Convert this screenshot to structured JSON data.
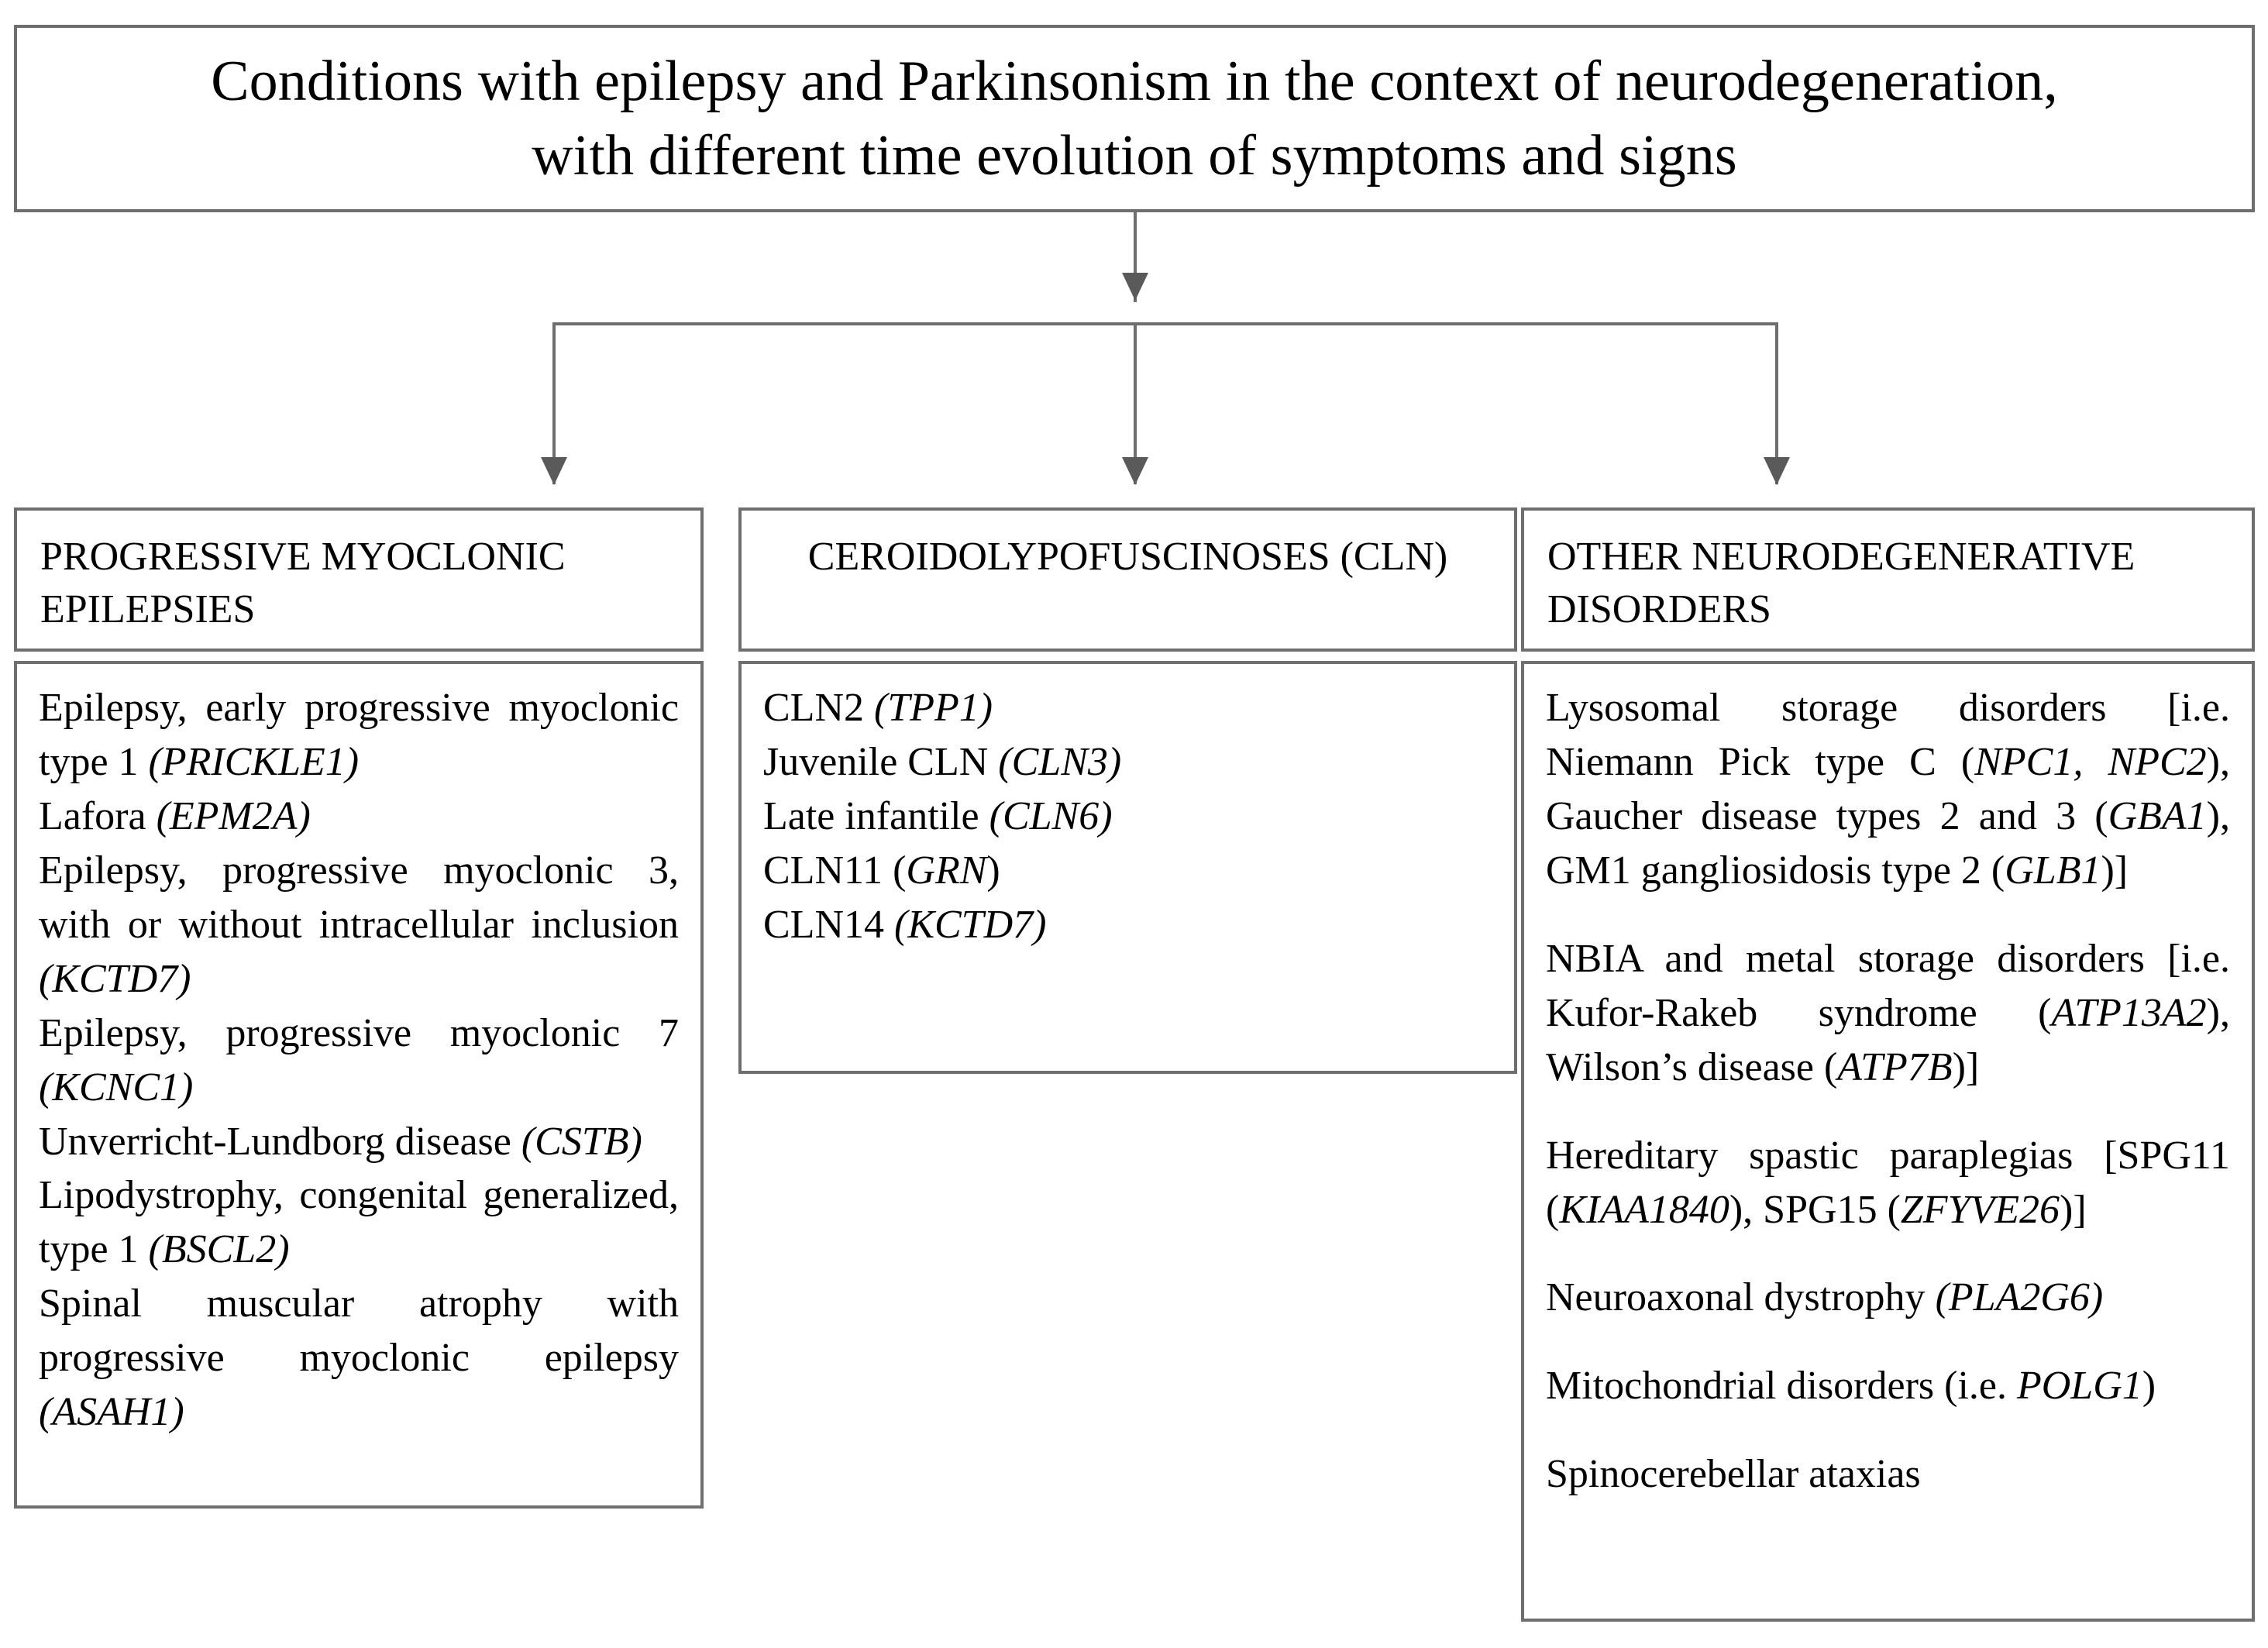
{
  "title": {
    "line1": "Conditions with epilepsy and Parkinsonism in the context of neurodegeneration,",
    "line2": "with different time evolution of symptoms and signs"
  },
  "columns": [
    {
      "header": "PROGRESSIVE MYOCLONIC EPILEPSIES",
      "entries": [
        {
          "text": "Epilepsy, early progressive myoclonic type 1 ",
          "gene": "(PRICKLE1)",
          "tail": ""
        },
        {
          "text": "Lafora ",
          "gene": "(EPM2A)",
          "tail": ""
        },
        {
          "text": "Epilepsy, progressive myoclonic 3, with or without intracellular inclusion ",
          "gene": "(KCTD7)",
          "tail": ""
        },
        {
          "text": "Epilepsy, progressive myoclonic 7 ",
          "gene": "(KCNC1)",
          "tail": ""
        },
        {
          "text": "Unverricht-Lundborg disease ",
          "gene": "(CSTB)",
          "tail": ""
        },
        {
          "text": "Lipodystrophy, congenital generalized, type 1 ",
          "gene": "(BSCL2)",
          "tail": ""
        },
        {
          "text": "Spinal muscular atrophy with progressive myoclonic epilepsy ",
          "gene": "(ASAH1)",
          "tail": ""
        }
      ]
    },
    {
      "header": "CEROIDOLYPOFUSCINOSES (CLN)",
      "entries": [
        {
          "text": "CLN2 ",
          "gene": "(TPP1)",
          "tail": ""
        },
        {
          "text": "Juvenile  CLN ",
          "gene": "(CLN3)",
          "tail": ""
        },
        {
          "text": "Late infantile  ",
          "gene": "(CLN6)",
          "tail": ""
        },
        {
          "text": "CLN11 (",
          "gene": "GRN",
          "tail": ")"
        },
        {
          "text": "CLN14 ",
          "gene": "(KCTD7)",
          "tail": ""
        }
      ]
    },
    {
      "header": "OTHER NEURODEGENERATIVE DISORDERS",
      "entries": [
        {
          "text": "Lysosomal storage disorders [i.e. Niemann  Pick type C (",
          "gene": "NPC1, NPC2",
          "tail": "), Gaucher disease types 2 and 3 (",
          "gene2": "GBA1",
          "tail2": "), GM1 gangliosidosis type 2 (",
          "gene3": "GLB1",
          "tail3": ")]"
        },
        {
          "text": "NBIA and metal storage disorders [i.e. Kufor-Rakeb syndrome (",
          "gene": "ATP13A2",
          "tail": "), Wilson’s disease (",
          "gene2": "ATP7B",
          "tail2": ")]"
        },
        {
          "text": "Hereditary spastic paraplegias [SPG11 (",
          "gene": "KIAA1840",
          "tail": "), SPG15 (",
          "gene2": "ZFYVE26",
          "tail2": ")]"
        },
        {
          "text": "Neuroaxonal dystrophy ",
          "gene": "(PLA2G6)",
          "tail": ""
        },
        {
          "text": "Mitochondrial disorders (i.e. ",
          "gene": "POLG1",
          "tail": ")"
        },
        {
          "text": "Spinocerebellar ataxias",
          "gene": "",
          "tail": ""
        }
      ]
    }
  ],
  "colors": {
    "border": "#6e6e6e",
    "arrow": "#5a5a5a",
    "text": "#000000",
    "background": "#ffffff"
  }
}
